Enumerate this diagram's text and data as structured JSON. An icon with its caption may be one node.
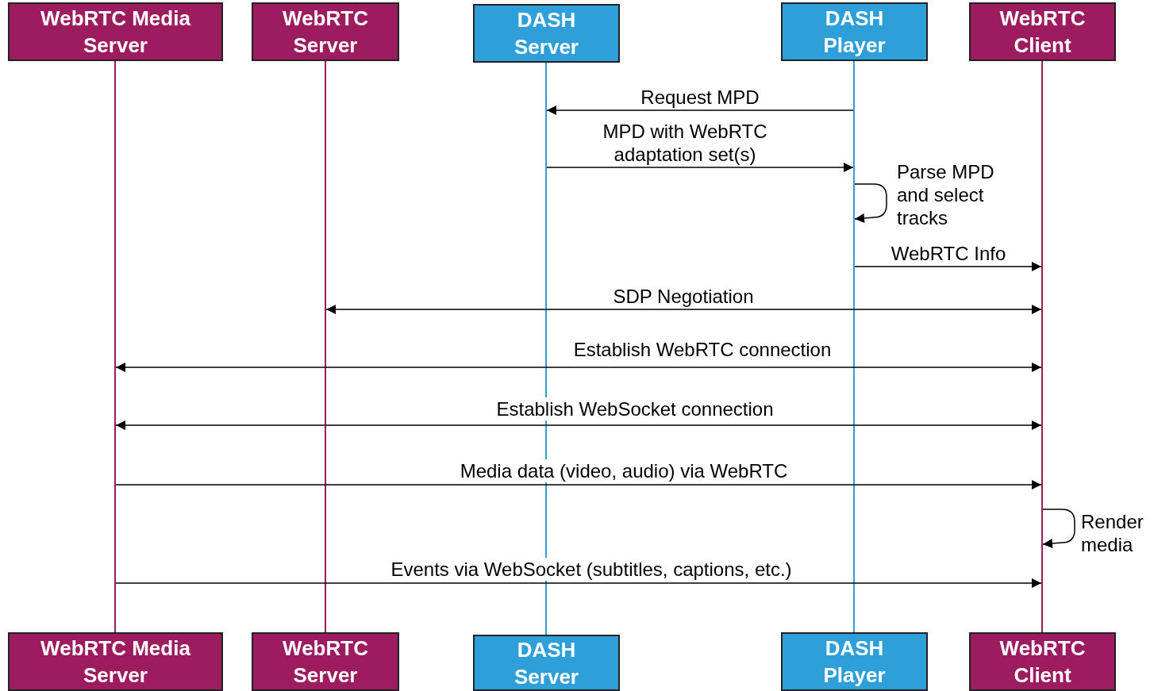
{
  "diagram": {
    "nodes": [
      {
        "text": [
          "WebRTC Media Server"
        ]
      },
      {
        "text": [
          "WebRTC Server"
        ]
      },
      {
        "text": [
          "DASH Server"
        ]
      },
      {
        "text": [
          "DASH Player"
        ]
      },
      {
        "text": [
          "WebRTC Client"
        ]
      },
      {
        "text": [],
        "shape": "line"
      },
      {
        "text": [],
        "shape": "line"
      },
      {
        "text": [],
        "shape": "line"
      },
      {
        "text": [],
        "shape": "line"
      },
      {
        "text": [],
        "shape": "line"
      },
      {
        "text": [
          "WebRTC Media Server"
        ]
      },
      {
        "text": [
          "WebRTC Server"
        ]
      },
      {
        "text": [
          "DASH Server"
        ]
      },
      {
        "text": [
          "DASH Player"
        ]
      },
      {
        "text": [
          "WebRTC Client"
        ]
      }
    ],
    "edges": [
      {
        "from": 8,
        "to": 7,
        "arrow": "to",
        "label": "Request MPD"
      },
      {
        "from": 7,
        "to": 8,
        "arrow": "to",
        "label": "MPD with WebRTC adaptation set(s)"
      },
      {
        "from": 8,
        "to": 8,
        "arrow": "to",
        "label": "Parse MPD and select tracks"
      },
      {
        "from": 8,
        "to": 9,
        "arrow": "to",
        "label": "WebRTC Info"
      },
      {
        "from": 6,
        "to": 9,
        "arrow": "both",
        "label": "SDP Negotiation"
      },
      {
        "from": 5,
        "to": 9,
        "arrow": "both",
        "label": "Establish WebRTC connection"
      },
      {
        "from": 5,
        "to": 9,
        "arrow": "both",
        "label": "Establish WebSocket connection"
      },
      {
        "from": 5,
        "to": 9,
        "arrow": "to",
        "label": "Media data (video, audio) via WebRTC"
      },
      {
        "from": 9,
        "to": 9,
        "arrow": "to",
        "label": "Render media"
      },
      {
        "from": 5,
        "to": 9,
        "arrow": "to",
        "label": "Events via WebSocket (subtitles, captions, etc.)"
      }
    ]
  }
}
